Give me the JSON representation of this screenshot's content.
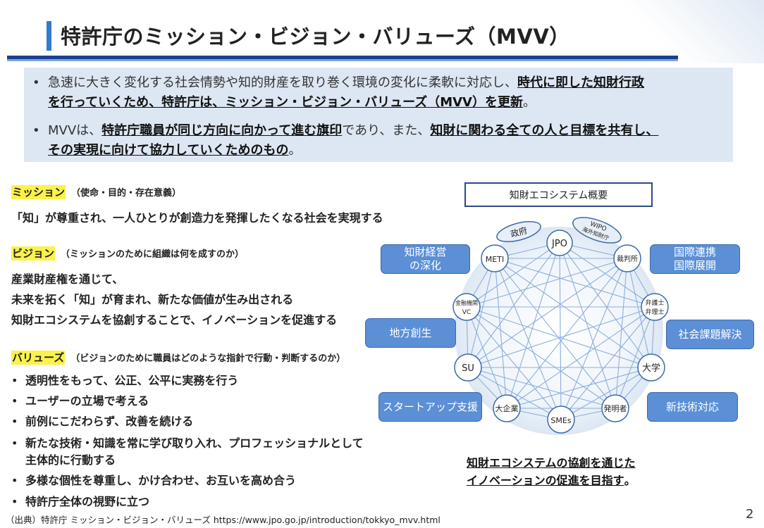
{
  "header": {
    "title": "特許庁のミッション・ビジョン・バリューズ（MVV）"
  },
  "summary": {
    "bullet1": {
      "pre": "急速に大きく変化する社会情勢や知的財産を取り巻く環境の変化に柔軟に対応し、",
      "bold1": "時代に即した知財行政",
      "bold2": "を行っていくため、特許庁は、ミッション・ビジョン・バリューズ（MVV）を更新",
      "post": "。"
    },
    "bullet2": {
      "pre": "MVVは、",
      "bold1": "特許庁職員が同じ方向に向かって進む旗印",
      "mid": "であり、また、",
      "bold2": "知財に関わる全ての人と目標を共有し、",
      "bold3": "その実現に向けて協力していくためのもの",
      "post": "。"
    }
  },
  "mission": {
    "label": "ミッション",
    "sub": "（使命・目的・存在意義）",
    "text": "「知」が尊重され、一人ひとりが創造力を発揮したくなる社会を実現する"
  },
  "vision": {
    "label": "ビジョン",
    "sub": "（ミッションのために組織は何を成すのか）",
    "lines": [
      "産業財産権を通じて、",
      "未来を拓く「知」が育まれ、新たな価値が生み出される",
      "知財エコシステムを協創することで、イノベーションを促進する"
    ]
  },
  "values": {
    "label": "バリューズ",
    "sub": "（ビジョンのために職員はどのような指針で行動・判断するのか）",
    "items": [
      "透明性をもって、公正、公平に実務を行う",
      "ユーザーの立場で考える",
      "前例にこだわらず、改善を続ける",
      "新たな技術・知識を常に学び取り入れ、プロフェッショナルとして主体的に行動する",
      "多様な個性を尊重し、かけ合わせ、お互いを高め合う",
      "特許庁全体の視野に立つ"
    ]
  },
  "ecosystem": {
    "title": "知財エコシステム概要",
    "nodes": [
      {
        "label": "JPO"
      },
      {
        "label": "裁判所"
      },
      {
        "label": "弁護士"
      },
      {
        "label": "弁理士"
      },
      {
        "label": "大学"
      },
      {
        "label": "発明者"
      },
      {
        "label": "SMEs"
      },
      {
        "label": "大企業"
      },
      {
        "label": "SU"
      },
      {
        "label": "金融機関"
      },
      {
        "label": "VC"
      },
      {
        "label": "METI"
      }
    ],
    "ellipses": {
      "gov": "政府",
      "wipo1": "WIPO",
      "wipo2": "海外知財庁"
    },
    "side_boxes": {
      "mgmt1": "知財経営",
      "mgmt2": "の深化",
      "intl1": "国際連携",
      "intl2": "国際展開",
      "region": "地方創生",
      "social": "社会課題解決",
      "startup": "スタートアップ支援",
      "newtech": "新技術対応"
    },
    "conclusion": [
      "知財エコシステムの協創を通じた",
      "イノベーションの促進を目指す",
      "。"
    ],
    "colors": {
      "node_stroke": "#3d6aa8",
      "box_fill": "#5b8fd6",
      "line": "#8eaedc"
    }
  },
  "footer": {
    "source": "（出典）特許庁 ミッション・ビジョン・バリューズ https://www.jpo.go.jp/introduction/tokkyo_mvv.html",
    "page": "2"
  }
}
